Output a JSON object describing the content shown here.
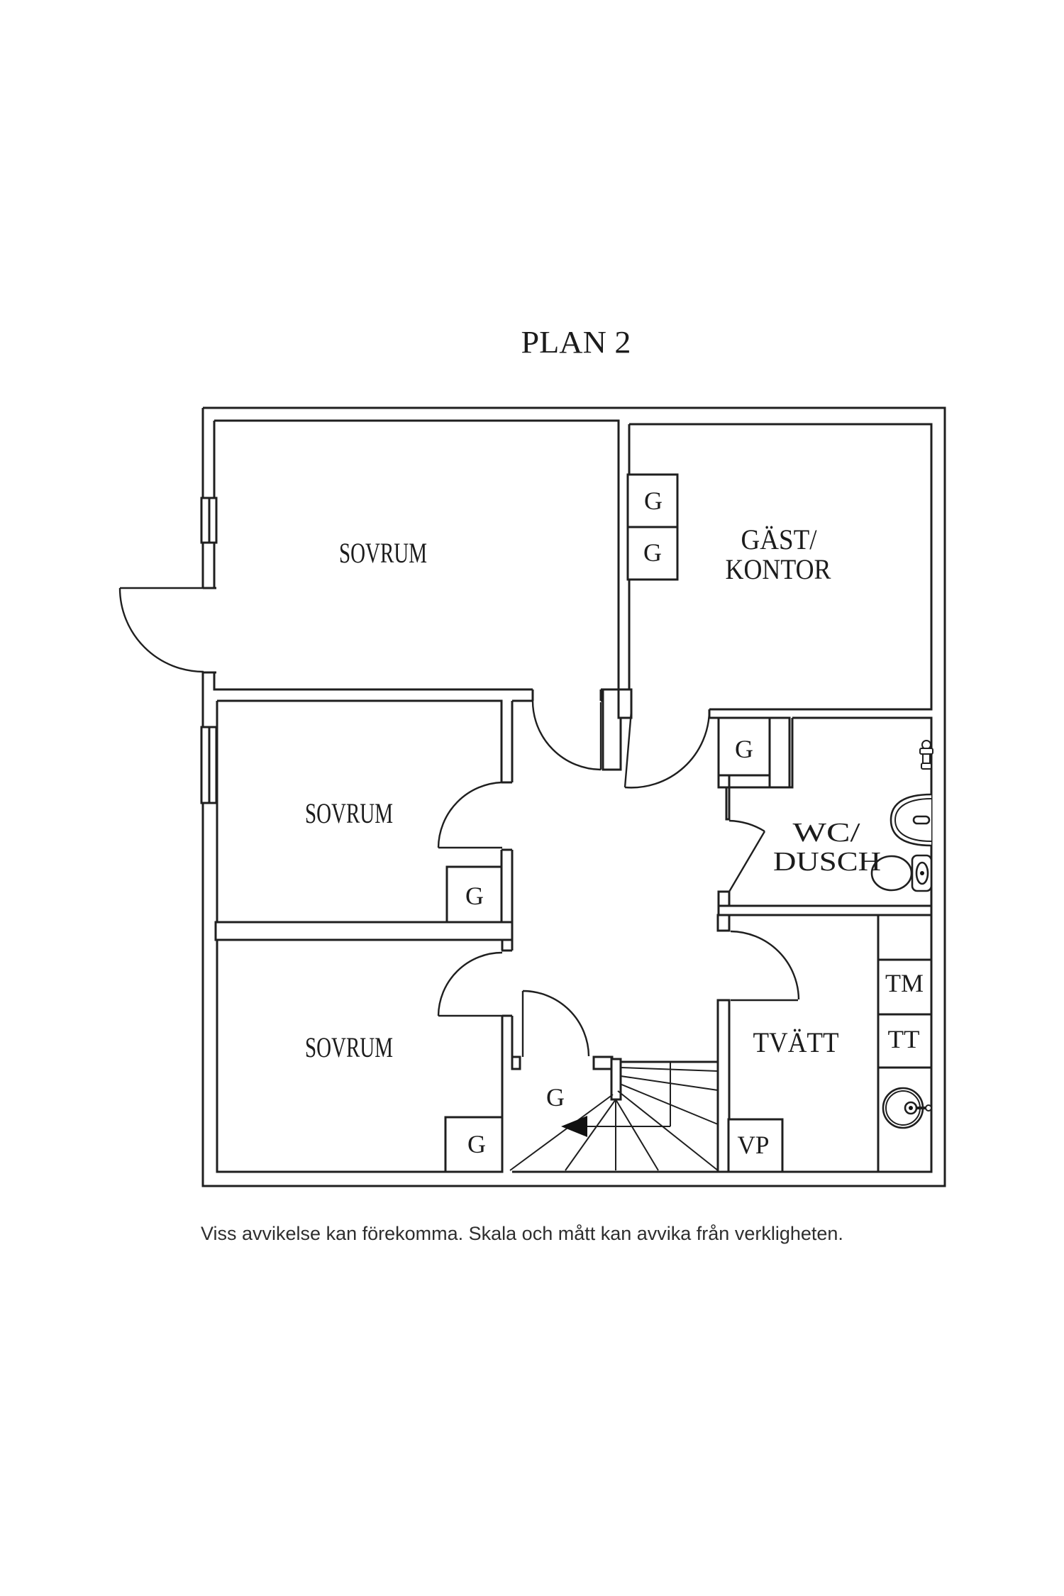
{
  "title": "PLAN 2",
  "disclaimer": "Viss avvikelse kan förekomma. Skala och mått kan avvika från verkligheten.",
  "rooms": {
    "bedroom_top": "SOVRUM",
    "bedroom_middle": "SOVRUM",
    "bedroom_bottom": "SOVRUM",
    "guest_office_line1": "GÄST/",
    "guest_office_line2": "KONTOR",
    "wc_line1": "WC/",
    "wc_line2": "DUSCH",
    "laundry": "TVÄTT"
  },
  "labels": {
    "wardrobe": "G",
    "washing_machine": "TM",
    "tumble_dryer": "TT",
    "heating_unit": "VP"
  },
  "colors": {
    "wall": "#1f1f1f",
    "background": "#ffffff",
    "text": "#1c1c1c",
    "disclaimer_text": "#2e2e2e"
  }
}
